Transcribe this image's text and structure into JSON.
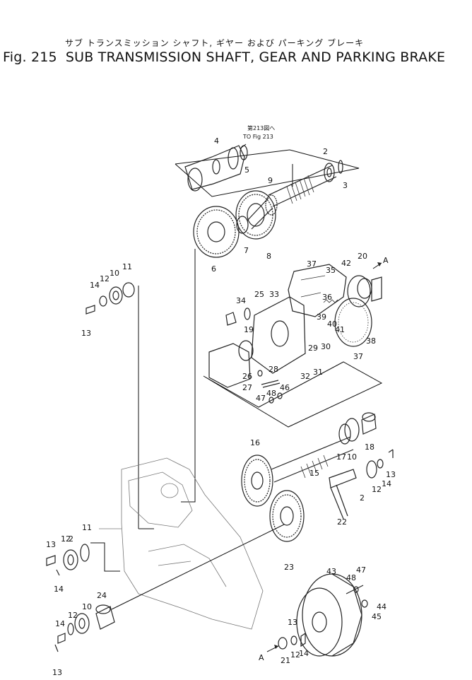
{
  "header": {
    "title_jp": "サブ トランスミッション シャフト, ギヤー および パーキング ブレーキ",
    "fig_label": "Fig. 215",
    "title_en": "SUB TRANSMISSION SHAFT, GEAR AND PARKING BRAKE"
  },
  "reference_note": {
    "line1": "第213図へ",
    "line2": "TO Fig 213"
  },
  "arrow_label": "A",
  "callouts": [
    "4",
    "5",
    "2",
    "3",
    "9",
    "7",
    "8",
    "6",
    "11",
    "10",
    "12",
    "14",
    "13",
    "37",
    "35",
    "42",
    "20",
    "A",
    "34",
    "25",
    "33",
    "36",
    "39",
    "40",
    "41",
    "38",
    "37",
    "19",
    "30",
    "29",
    "31",
    "32",
    "28",
    "26",
    "27",
    "46",
    "48",
    "47",
    "16",
    "15",
    "17",
    "10",
    "18",
    "13",
    "12",
    "14",
    "2",
    "22",
    "23",
    "13",
    "12",
    "11",
    "2",
    "14",
    "24",
    "10",
    "12",
    "14",
    "13",
    "43",
    "48",
    "47",
    "44",
    "45",
    "13",
    "A",
    "21",
    "12",
    "14"
  ]
}
